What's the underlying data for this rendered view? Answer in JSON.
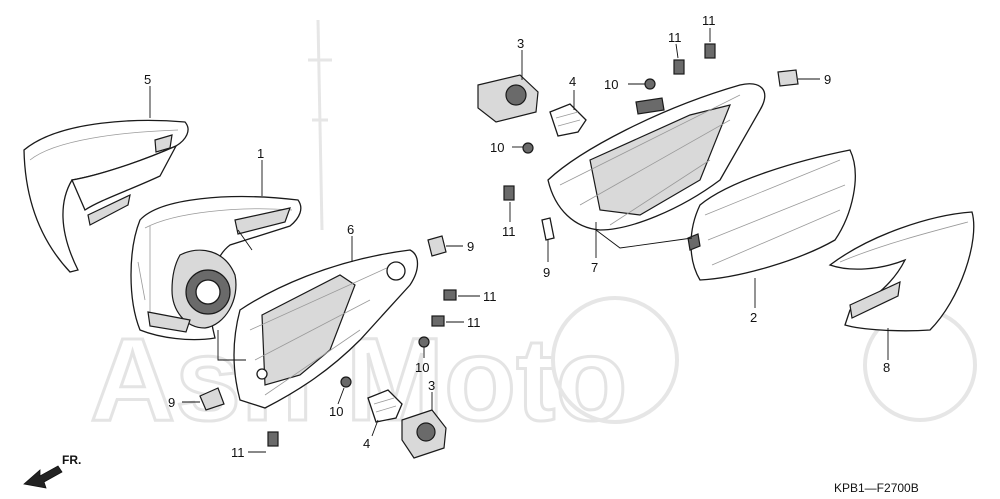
{
  "diagram": {
    "part_code": "KPB1—F2700B",
    "direction_label": "FR.",
    "watermark": "Ash Moto",
    "callouts": [
      {
        "id": "c1",
        "label": "1"
      },
      {
        "id": "c2",
        "label": "2"
      },
      {
        "id": "c3a",
        "label": "3"
      },
      {
        "id": "c3b",
        "label": "3"
      },
      {
        "id": "c4a",
        "label": "4"
      },
      {
        "id": "c4b",
        "label": "4"
      },
      {
        "id": "c5",
        "label": "5"
      },
      {
        "id": "c6",
        "label": "6"
      },
      {
        "id": "c7",
        "label": "7"
      },
      {
        "id": "c8",
        "label": "8"
      },
      {
        "id": "c9a",
        "label": "9"
      },
      {
        "id": "c9b",
        "label": "9"
      },
      {
        "id": "c9c",
        "label": "9"
      },
      {
        "id": "c9d",
        "label": "9"
      },
      {
        "id": "c10a",
        "label": "10"
      },
      {
        "id": "c10b",
        "label": "10"
      },
      {
        "id": "c10c",
        "label": "10"
      },
      {
        "id": "c10d",
        "label": "10"
      },
      {
        "id": "c11a",
        "label": "11"
      },
      {
        "id": "c11b",
        "label": "11"
      },
      {
        "id": "c11c",
        "label": "11"
      },
      {
        "id": "c11d",
        "label": "11"
      },
      {
        "id": "c11e",
        "label": "11"
      },
      {
        "id": "c11f",
        "label": "11"
      }
    ]
  }
}
